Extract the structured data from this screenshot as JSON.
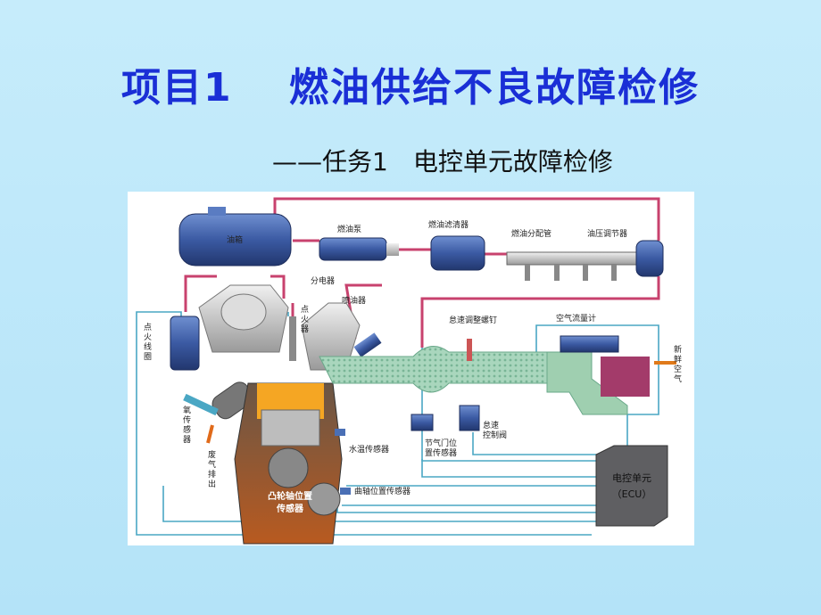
{
  "slide": {
    "title": "项目1　 燃油供给不良故障检修",
    "subtitle": "——任务1　电控单元故障检修"
  },
  "diagram": {
    "labels": {
      "fuel_tank": "油箱",
      "fuel_pump": "燃油泵",
      "fuel_filter": "燃油滤清器",
      "fuel_rail": "燃油分配管",
      "pressure_regulator": "油压调节器",
      "distributor": "分电器",
      "spark_plug": [
        "点",
        "火",
        "器"
      ],
      "injector": "喷油器",
      "idle_screw": "怠速调整螺钉",
      "air_flow_meter": "空气流量计",
      "fresh_air": [
        "新",
        "鲜",
        "空",
        "气"
      ],
      "ignition_coil": [
        "点",
        "火",
        "线",
        "圈"
      ],
      "oxygen_sensor": [
        "氧",
        "传",
        "感",
        "器"
      ],
      "exhaust": [
        "废",
        "气",
        "排",
        "出"
      ],
      "idle_valve": [
        "怠速",
        "控制阀"
      ],
      "throttle_sensor": [
        "节气门位",
        "置传感器"
      ],
      "coolant_sensor": "水温传感器",
      "cam_sensor": [
        "凸轮轴位置",
        "传感器"
      ],
      "crank_sensor": "曲轴位置传感器",
      "ecu": [
        "电控单元",
        "（ECU）"
      ]
    },
    "colors": {
      "fuel_line": "#c8426e",
      "signal_line": "#4aa7c4",
      "tank": "#3b5aa3",
      "intake": "#9fcfb0",
      "engine_block": "#5c4a3c",
      "ecu": "#5f5f62"
    }
  }
}
